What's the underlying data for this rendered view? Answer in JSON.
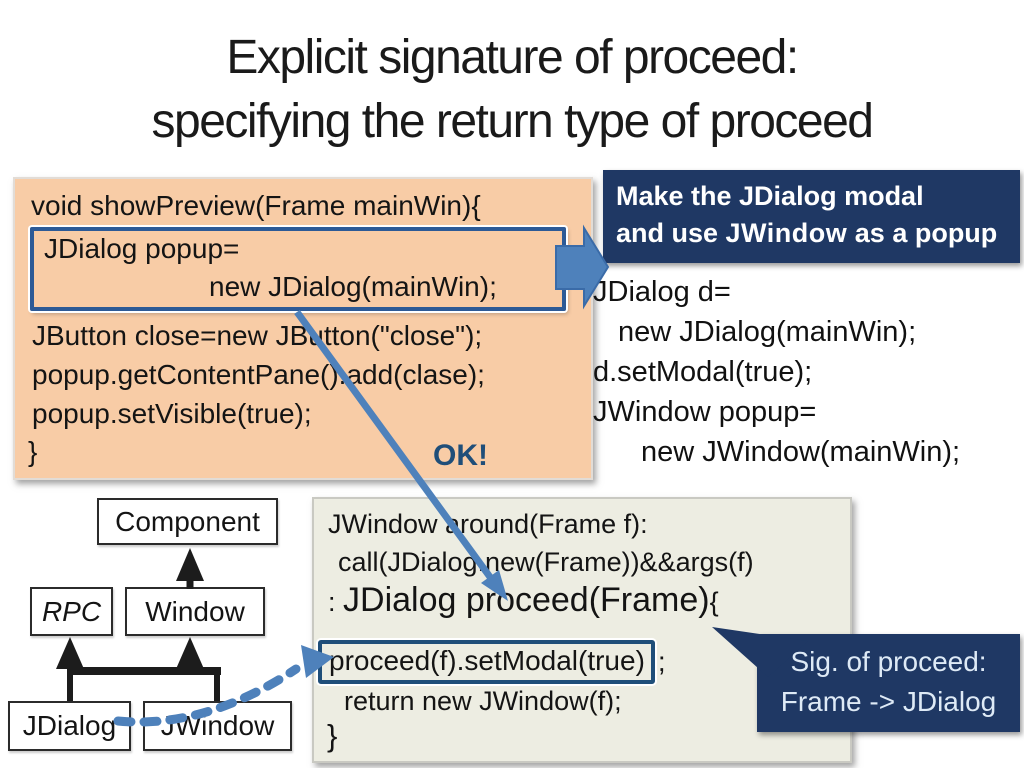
{
  "title": {
    "line1": "Explicit signature of proceed:",
    "line2": "specifying the return type of proceed"
  },
  "main_code": {
    "line1": "void showPreview(Frame mainWin){",
    "highlight": {
      "line1": "JDialog popup=",
      "line2": "new JDialog(mainWin);"
    },
    "line2": "JButton close=new JButton(\"close\");",
    "line3": "popup.getContentPane().add(clase);",
    "line4": "popup.setVisible(true);",
    "line5": "}",
    "ok_label": "OK!"
  },
  "callout_top": {
    "line1": "Make the JDialog modal",
    "line2_prefix": "and use ",
    "line2_bold": "JWindow",
    "line2_suffix": " as a popup"
  },
  "right_code": {
    "line1": "JDialog d=",
    "line2": "new JDialog(mainWin);",
    "line3": "d.setModal(true);",
    "line4": "JWindow popup=",
    "line5": "new JWindow(mainWin);"
  },
  "diagram": {
    "component": "Component",
    "rpc": "RPC",
    "window": "Window",
    "jdialog": "JDialog",
    "jwindow": "JWindow"
  },
  "aspect_code": {
    "line1": "JWindow around(Frame f):",
    "line2": "call(JDialog.new(Frame))&&args(f)",
    "line3_prefix": ": ",
    "line3_main": "JDialog proceed(Frame)",
    "line3_suffix": "{",
    "boxed": "proceed(f).setModal(true)",
    "boxed_suffix": ";",
    "line5": "return new JWindow(f);",
    "line6": "}"
  },
  "callout_sig": {
    "line1": "Sig. of proceed:",
    "line2": "Frame -> JDialog"
  },
  "colors": {
    "peach": "#F8CCA6",
    "navy": "#1F3864",
    "gray_box": "#EDEDE2",
    "arrow_blue": "#4E81BB"
  }
}
